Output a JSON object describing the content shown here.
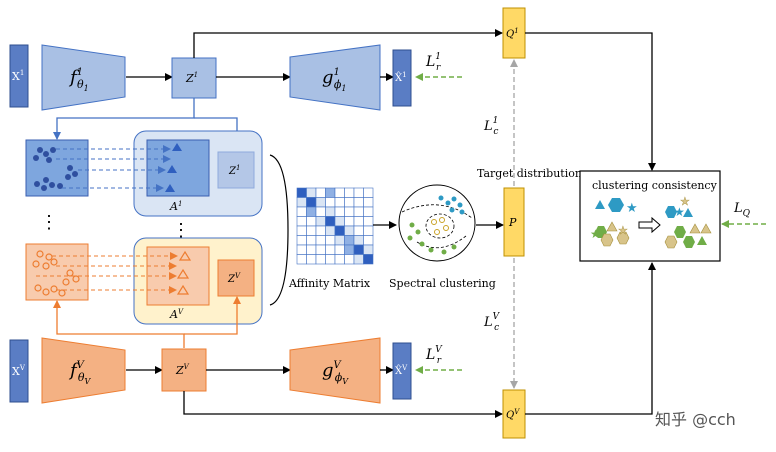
{
  "labels": {
    "x1": "X",
    "x1_sup": "1",
    "f1": "f",
    "f1_sub": "θ",
    "f1_subsub": "1",
    "f1_sup": "1",
    "z1": "Z",
    "z1_sup": "1",
    "g1": "g",
    "g1_sub": "ϕ",
    "g1_subsub": "1",
    "g1_sup": "1",
    "xhat1": "X̂",
    "xhat1_sup": "1",
    "lr1": "L",
    "lr1_sub": "r",
    "lr1_sup": "1",
    "q1": "Q",
    "q1_sup": "1",
    "lc1": "L",
    "lc1_sub": "c",
    "lc1_sup": "1",
    "a1_z": "Z",
    "a1_z_sup": "1",
    "a1": "A",
    "a1_sup": "1",
    "av_z": "Z",
    "av_z_sup": "V",
    "av": "A",
    "av_sup": "V",
    "affinity": "Affinity Matrix",
    "spectral": "Spectral clustering",
    "target": "Target  distribution",
    "p": "P",
    "cc_title": "clustering consistency",
    "lq": "L",
    "lq_sub": "Q",
    "lcv": "L",
    "lcv_sub": "c",
    "lcv_sup": "V",
    "xv": "X",
    "xv_sup": "V",
    "fv": "f",
    "fv_sub": "θ",
    "fv_subsub": "V",
    "fv_sup": "V",
    "zv": "Z",
    "zv_sup": "V",
    "gv": "g",
    "gv_sub": "ϕ",
    "gv_subsub": "V",
    "gv_sup": "V",
    "xhatv": "X̂",
    "xhatv_sup": "V",
    "lrv": "L",
    "lrv_sub": "r",
    "lrv_sup": "V",
    "qv": "Q",
    "qv_sup": "V",
    "dots_left": "⋮",
    "dots_mid": "⋮",
    "watermark": "知乎 @cch"
  },
  "colors": {
    "blue_fill": "#a9c0e4",
    "blue_dark": "#3a5fb0",
    "blue_stroke": "#4472c4",
    "orange_fill": "#f4b183",
    "orange_dark": "#ed7d31",
    "yellow_fill": "#ffd966",
    "light_blue_panel": "#dae5f4",
    "light_yellow_panel": "#fff2cc",
    "green_dashed": "#70ad47",
    "gray_dashed": "#a6a6a6"
  }
}
